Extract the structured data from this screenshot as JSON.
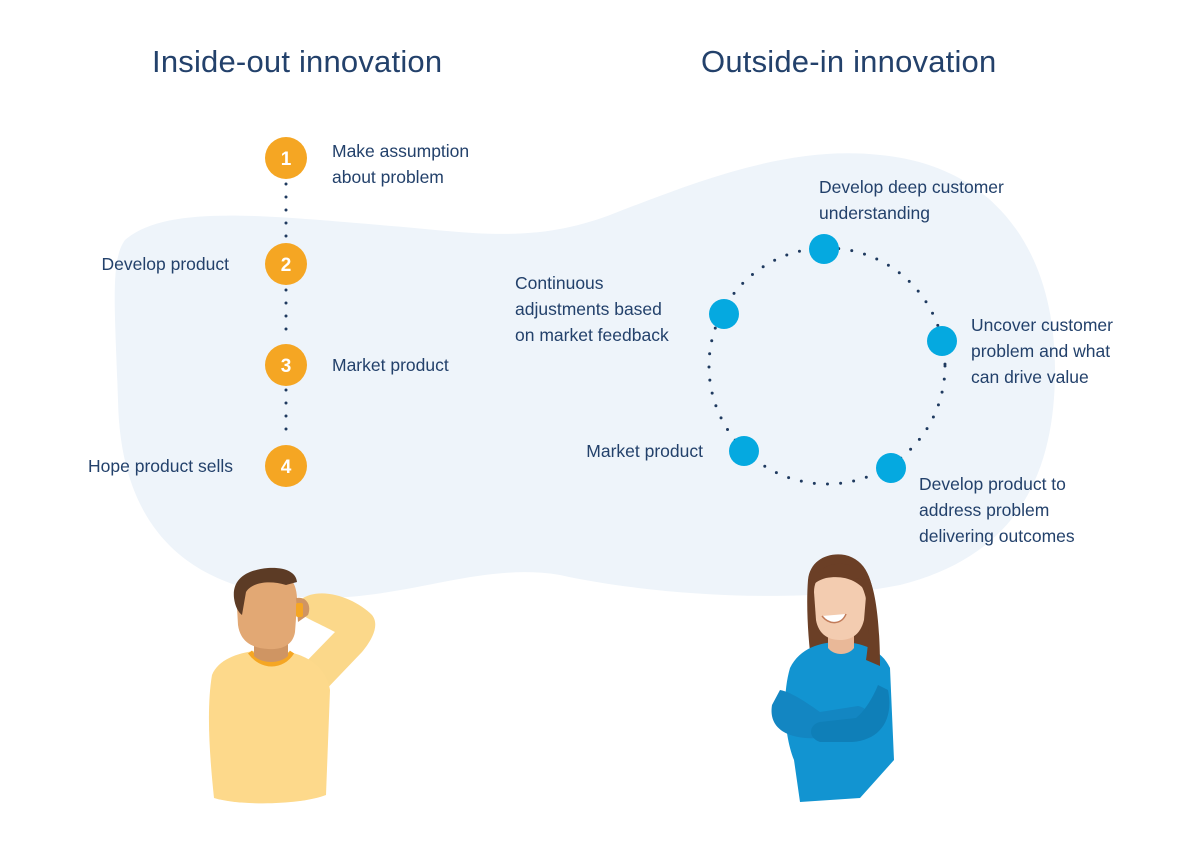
{
  "inside_out": {
    "title": "Inside-out innovation",
    "steps": [
      {
        "number": "1",
        "lines": [
          "Make assumption",
          "about problem"
        ]
      },
      {
        "number": "2",
        "lines": [
          "Develop product"
        ]
      },
      {
        "number": "3",
        "lines": [
          "Market product"
        ]
      },
      {
        "number": "4",
        "lines": [
          "Hope product sells"
        ]
      }
    ]
  },
  "outside_in": {
    "title": "Outside-in innovation",
    "steps": [
      {
        "lines": [
          "Develop deep customer",
          "understanding"
        ]
      },
      {
        "lines": [
          "Uncover customer",
          "problem and what",
          "can drive value"
        ]
      },
      {
        "lines": [
          "Develop product to",
          "address problem",
          "delivering outcomes"
        ]
      },
      {
        "lines": [
          "Market product"
        ]
      },
      {
        "lines": [
          "Continuous",
          "adjustments based",
          "on market feedback"
        ]
      }
    ]
  },
  "colors": {
    "blob": "#eef4fa",
    "orange": "#f5a623",
    "cyan": "#05a9e0",
    "text": "#23416b",
    "dots": "#1f3a5f"
  }
}
